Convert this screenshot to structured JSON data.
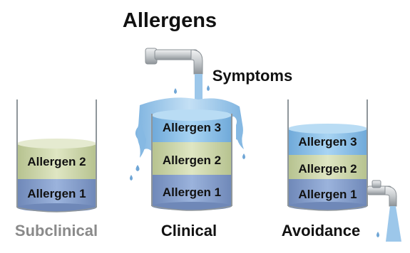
{
  "title": "Allergens",
  "symptoms_label": "Symptoms",
  "containers": [
    {
      "label": "Subclinical",
      "layers": [
        "Allergen 1",
        "Allergen 2"
      ]
    },
    {
      "label": "Clinical",
      "layers": [
        "Allergen 1",
        "Allergen 2",
        "Allergen 3"
      ]
    },
    {
      "label": "Avoidance",
      "layers": [
        "Allergen 1",
        "Allergen 2",
        "Allergen 3"
      ]
    }
  ],
  "colors": {
    "allergen_1": "#7f9bc8",
    "allergen_2": "#c9d3a8",
    "allergen_3": "#8cc0e6",
    "water": "#a9cde9",
    "faucet": "#c8ccd0",
    "subclinical_label": "#8a8a8a",
    "label": "#111111"
  }
}
